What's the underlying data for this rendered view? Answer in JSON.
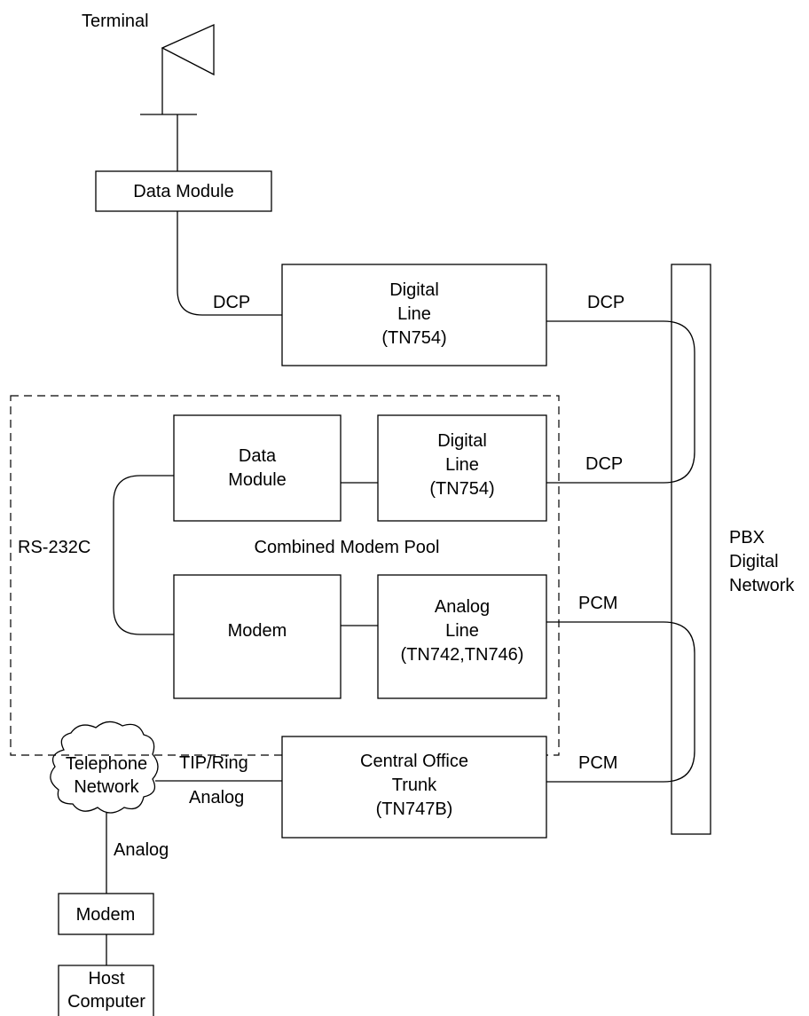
{
  "labels": {
    "terminal": "Terminal",
    "data_module_top": "Data Module",
    "dcp_left": "DCP",
    "digital_line_1": [
      "Digital",
      "Line",
      "(TN754)"
    ],
    "dcp_right_top": "DCP",
    "pool_data_module": [
      "Data",
      "Module"
    ],
    "digital_line_2": [
      "Digital",
      "Line",
      "(TN754)"
    ],
    "dcp_right_mid": "DCP",
    "rs232c": "RS-232C",
    "pool_title": "Combined Modem Pool",
    "pool_modem": "Modem",
    "analog_line": [
      "Analog",
      "Line",
      "(TN742,TN746)"
    ],
    "pcm_upper": "PCM",
    "pbx": [
      "PBX",
      "Digital",
      "Network"
    ],
    "telephone_network": [
      "Telephone",
      "Network"
    ],
    "tip_ring": "TIP/Ring",
    "analog_mid": "Analog",
    "central_office_trunk": [
      "Central Office",
      "Trunk",
      "(TN747B)"
    ],
    "pcm_lower": "PCM",
    "analog_low": "Analog",
    "modem_bottom": "Modem",
    "host_computer": [
      "Host",
      "Computer"
    ]
  }
}
